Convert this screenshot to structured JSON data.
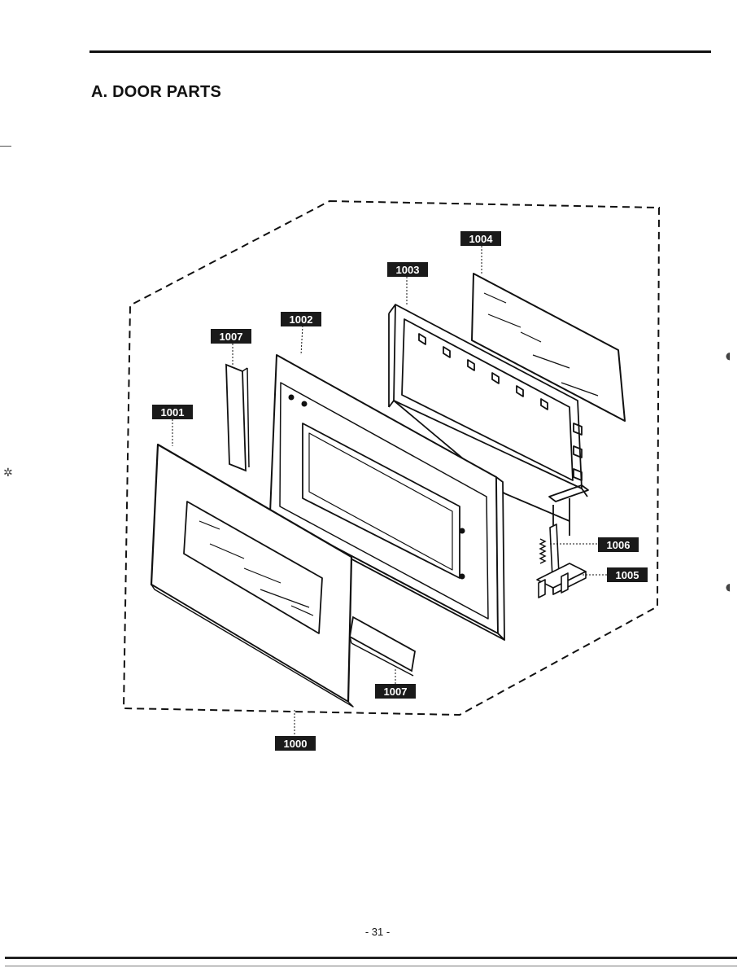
{
  "page": {
    "section_title": "A. DOOR PARTS",
    "page_number": "- 31 -"
  },
  "diagram": {
    "parts": [
      {
        "id": "door-assembly",
        "label": "1000"
      },
      {
        "id": "door-frame-front",
        "label": "1001"
      },
      {
        "id": "door-panel",
        "label": "1002"
      },
      {
        "id": "choke-cover-frame",
        "label": "1003"
      },
      {
        "id": "window-glass",
        "label": "1004"
      },
      {
        "id": "latch-hook",
        "label": "1005"
      },
      {
        "id": "latch-spring",
        "label": "1006"
      },
      {
        "id": "choke-cover-top",
        "label": "1007"
      },
      {
        "id": "choke-cover-bottom",
        "label": "1007"
      }
    ]
  },
  "colors": {
    "ink": "#111111",
    "callout_bg": "#1a1a1a",
    "callout_text": "#ffffff"
  }
}
